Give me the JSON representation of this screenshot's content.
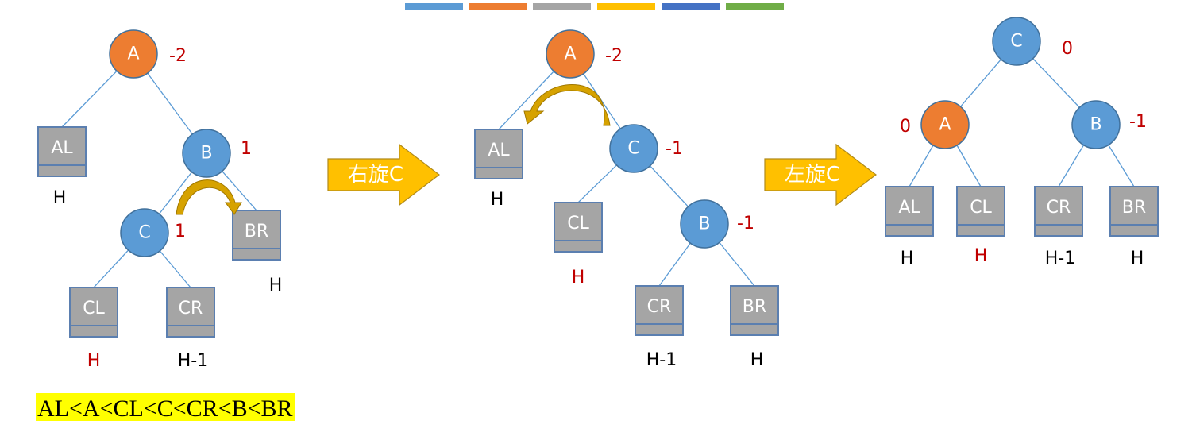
{
  "palette": [
    "#5b9bd5",
    "#ed7d31",
    "#a5a5a5",
    "#ffc000",
    "#4472c4",
    "#70ad47"
  ],
  "colors": {
    "node_blue": "#5b9bd5",
    "node_orange": "#ed7d31",
    "box": "#a5a5a5",
    "box_border": "#5b7fb0",
    "edge": "#5b9bd5",
    "balance": "#c00000",
    "arrow": "#ffc000",
    "highlight": "#ffff00"
  },
  "trees": [
    {
      "nodes": [
        {
          "label": "A",
          "balance": "-2",
          "color": "orange"
        },
        {
          "label": "B",
          "balance": "1",
          "color": "blue"
        },
        {
          "label": "C",
          "balance": "1",
          "color": "blue"
        }
      ],
      "subtrees": [
        {
          "label": "AL",
          "height": "H",
          "height_red": false
        },
        {
          "label": "BR",
          "height": "H",
          "height_red": false
        },
        {
          "label": "CL",
          "height": "H",
          "height_red": true
        },
        {
          "label": "CR",
          "height": "H-1",
          "height_red": false
        }
      ]
    },
    {
      "nodes": [
        {
          "label": "A",
          "balance": "-2",
          "color": "orange"
        },
        {
          "label": "C",
          "balance": "-1",
          "color": "blue"
        },
        {
          "label": "B",
          "balance": "-1",
          "color": "blue"
        }
      ],
      "subtrees": [
        {
          "label": "AL",
          "height": "H",
          "height_red": false
        },
        {
          "label": "CL",
          "height": "H",
          "height_red": true
        },
        {
          "label": "CR",
          "height": "H-1",
          "height_red": false
        },
        {
          "label": "BR",
          "height": "H",
          "height_red": false
        }
      ]
    },
    {
      "nodes": [
        {
          "label": "C",
          "balance": "0",
          "color": "blue"
        },
        {
          "label": "A",
          "balance": "0",
          "color": "orange"
        },
        {
          "label": "B",
          "balance": "-1",
          "color": "blue"
        }
      ],
      "subtrees": [
        {
          "label": "AL",
          "height": "H",
          "height_red": false
        },
        {
          "label": "CL",
          "height": "H",
          "height_red": true
        },
        {
          "label": "CR",
          "height": "H-1",
          "height_red": false
        },
        {
          "label": "BR",
          "height": "H",
          "height_red": false
        }
      ]
    }
  ],
  "arrows": [
    {
      "label": "右旋C"
    },
    {
      "label": "左旋C"
    }
  ],
  "ordering": "AL<A<CL<C<CR<B<BR"
}
